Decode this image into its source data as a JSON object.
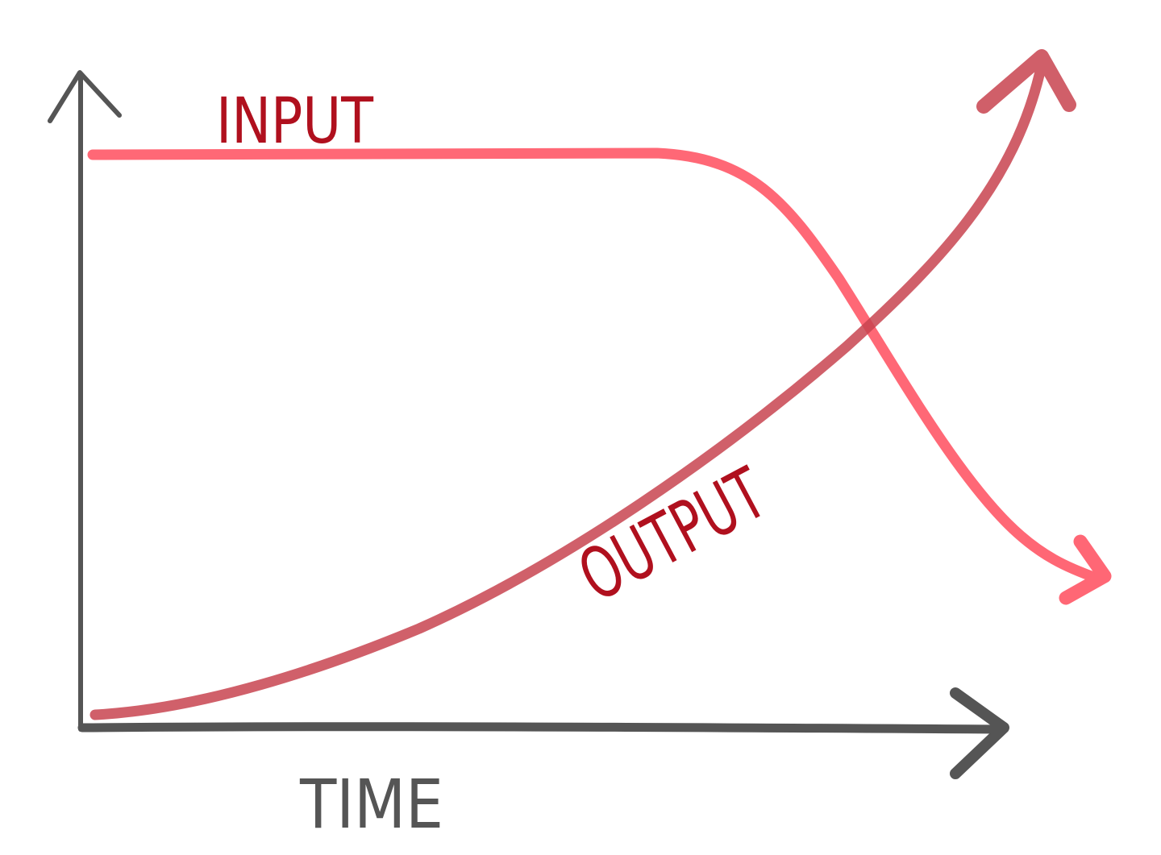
{
  "diagram": {
    "labels": {
      "input": "INPUT",
      "output": "OUTPUT",
      "time": "TIME"
    },
    "colors": {
      "axis": "#555555",
      "input_line": "#ff4d5e",
      "output_line": "#c84450",
      "input_text": "#b0101e",
      "output_text": "#b0101e",
      "time_text": "#555555"
    }
  }
}
